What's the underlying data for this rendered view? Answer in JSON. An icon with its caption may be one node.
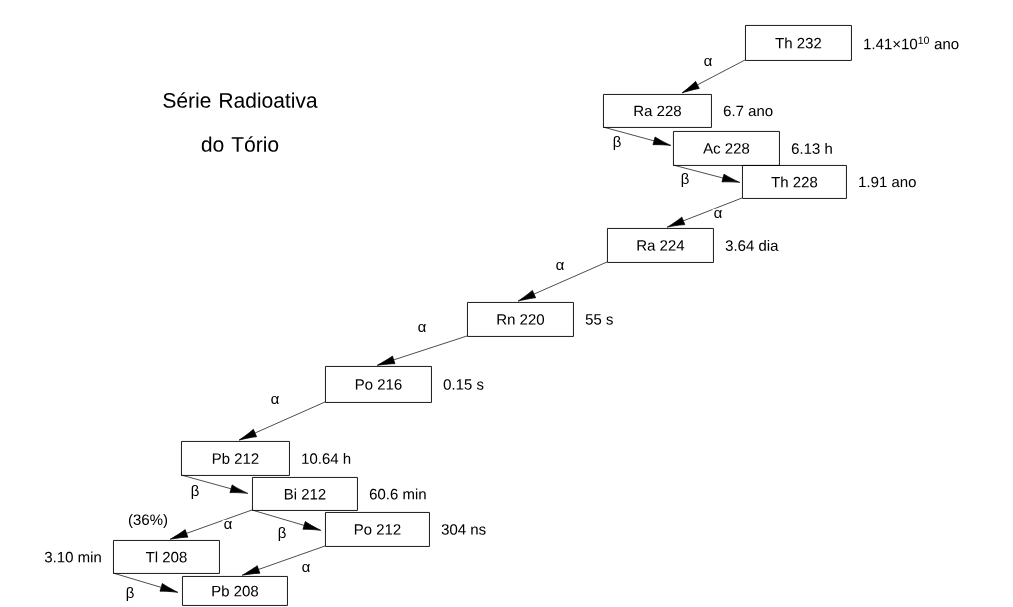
{
  "diagram": {
    "title": "Série Radioativa do Tório",
    "nodes": [
      {
        "text": [
          "Th 232"
        ],
        "beside": [
          "1.41×10$^{10}$ ano"
        ]
      },
      {
        "text": [
          "Ra 228"
        ],
        "beside": [
          "6.7 ano"
        ]
      },
      {
        "text": [
          "Ac 228"
        ],
        "beside": [
          "6.13 h"
        ]
      },
      {
        "text": [
          "Th 228"
        ],
        "beside": [
          "1.91 ano"
        ]
      },
      {
        "text": [
          "Ra 224"
        ],
        "beside": [
          "3.64 dia"
        ]
      },
      {
        "text": [
          "Rn 220"
        ],
        "beside": [
          "55 s"
        ]
      },
      {
        "text": [
          "Po 216"
        ],
        "beside": [
          "0.15 s"
        ]
      },
      {
        "text": [
          "Pb 212"
        ],
        "beside": [
          "10.64 h"
        ]
      },
      {
        "text": [
          "Bi 212"
        ],
        "beside": [
          "60.6 min"
        ]
      },
      {
        "text": [
          "Po 212"
        ],
        "beside": [
          "304 ns"
        ]
      },
      {
        "text": [
          "Tl 208"
        ],
        "beside": [
          "3.10 min"
        ]
      },
      {
        "text": [
          "Pb 208"
        ]
      }
    ],
    "edges": [
      {
        "from": 0,
        "to": 1,
        "arrow": "to",
        "label": "α"
      },
      {
        "from": 1,
        "to": 2,
        "arrow": "to",
        "label": "β"
      },
      {
        "from": 2,
        "to": 3,
        "arrow": "to",
        "label": "β"
      },
      {
        "from": 3,
        "to": 4,
        "arrow": "to",
        "label": "α"
      },
      {
        "from": 4,
        "to": 5,
        "arrow": "to",
        "label": "α"
      },
      {
        "from": 5,
        "to": 6,
        "arrow": "to",
        "label": "α"
      },
      {
        "from": 6,
        "to": 7,
        "arrow": "to",
        "label": "α"
      },
      {
        "from": 7,
        "to": 8,
        "arrow": "to",
        "label": "β"
      },
      {
        "from": 8,
        "to": 10,
        "arrow": "to",
        "label": "α"
      },
      {
        "from": 8,
        "to": 9,
        "arrow": "to",
        "label": "β"
      },
      {
        "from": 9,
        "to": 11,
        "arrow": "to",
        "label": "α"
      },
      {
        "from": 10,
        "to": 11,
        "arrow": "to",
        "label": "β"
      }
    ],
    "labels": [
      "(36%)"
    ]
  }
}
